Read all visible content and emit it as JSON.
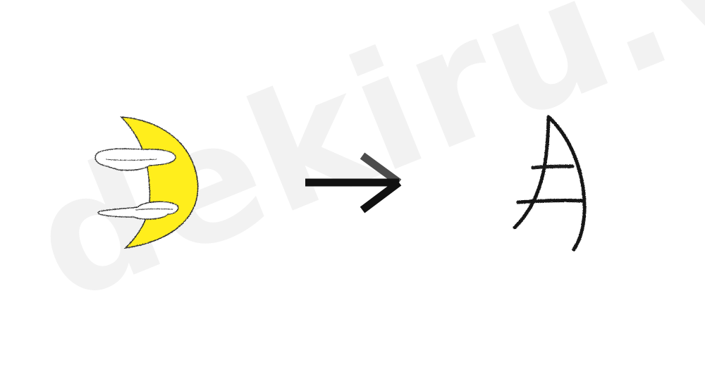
{
  "watermark": {
    "text": "dekiru.vn"
  },
  "illustration": {
    "left_icon": "crescent-moon-with-clouds",
    "middle_icon": "right-arrow",
    "right_icon": "kanji-character-tsuki"
  },
  "colors": {
    "moon_fill": "#ffee1a",
    "ink": "#151515",
    "arrow": "#111111",
    "watermark": "#f2f2f2"
  }
}
